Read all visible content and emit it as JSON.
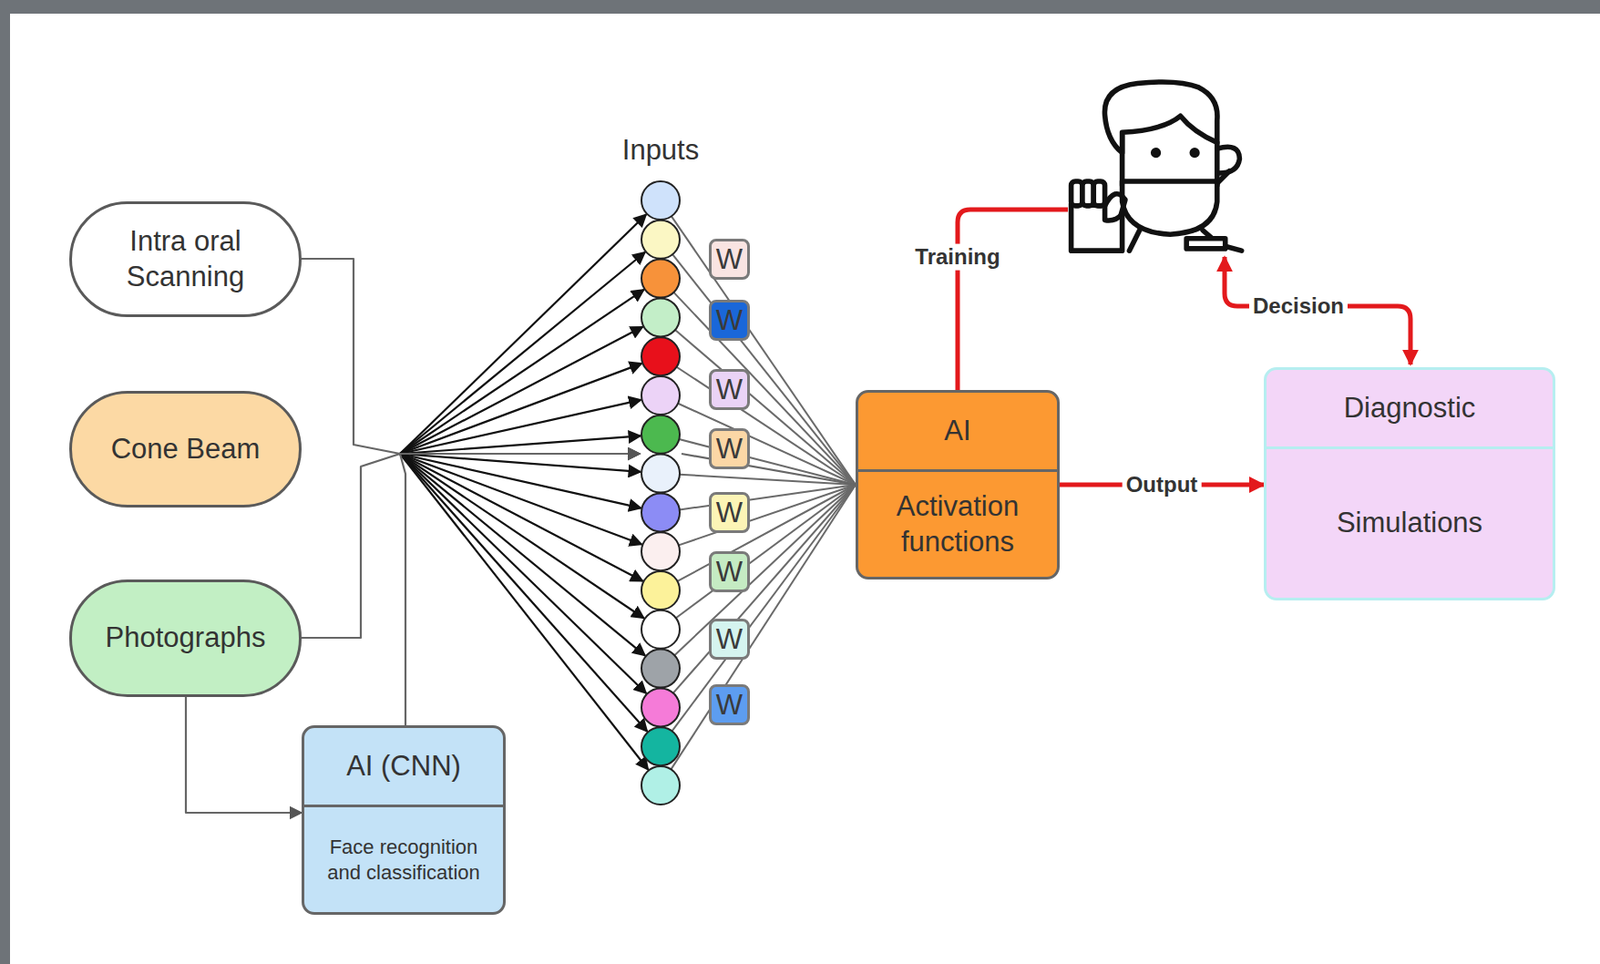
{
  "diagram": {
    "nodes": [
      {
        "text": [
          "Intra oral Scanning"
        ]
      },
      {
        "text": [
          "Cone Beam"
        ]
      },
      {
        "text": [
          "Photographs"
        ]
      },
      {
        "text": [
          "AI (CNN)",
          "Face recognition and classification"
        ]
      },
      {
        "text": [
          "Inputs"
        ]
      },
      {
        "text": [
          "W"
        ]
      },
      {
        "text": [
          "W"
        ]
      },
      {
        "text": [
          "W"
        ]
      },
      {
        "text": [
          "W"
        ]
      },
      {
        "text": [
          "W"
        ]
      },
      {
        "text": [
          "W"
        ]
      },
      {
        "text": [
          "W"
        ]
      },
      {
        "text": [
          "W"
        ]
      },
      {
        "text": [
          "AI",
          "Activation functions"
        ]
      },
      {
        "text": [
          "Diagnostic",
          "Simulations"
        ]
      }
    ],
    "edges": [
      {
        "from": 0,
        "to": 4,
        "arrow": "to"
      },
      {
        "from": 2,
        "to": 4,
        "arrow": "to"
      },
      {
        "from": 2,
        "to": 3,
        "arrow": "to"
      },
      {
        "from": 3,
        "to": 4,
        "arrow": "to"
      },
      {
        "from": 4,
        "to": 13,
        "arrow": "none"
      },
      {
        "from": 13,
        "to": 14,
        "label": "Output",
        "arrow": "to"
      }
    ],
    "labels": [
      "Training",
      "Decision"
    ]
  }
}
